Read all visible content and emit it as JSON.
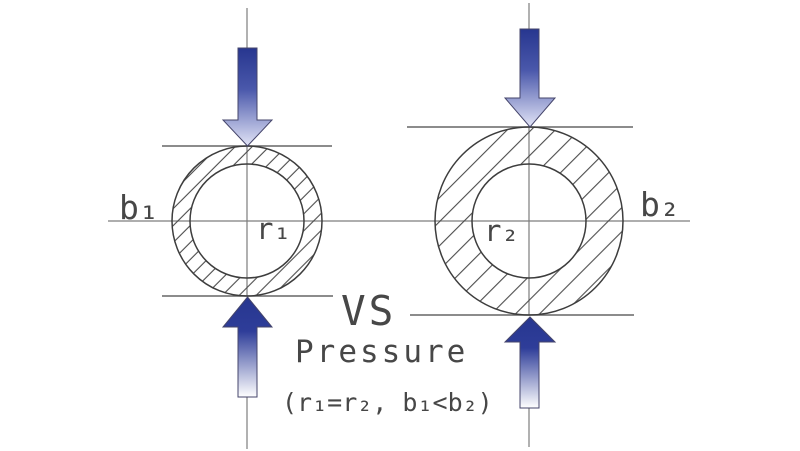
{
  "caption": {
    "vs": "VS",
    "word": "Pressure",
    "condition": "(r₁=r₂, b₁<b₂)"
  },
  "labels": {
    "left_thickness": "b₁",
    "left_radius": "r₁",
    "right_radius": "r₂",
    "right_thickness": "b₂"
  },
  "colors": {
    "arrow_dark": "#27368f",
    "arrow_mid": "#4a58ab",
    "arrow_light": "#e2e4f6",
    "arrow_head": "#2e3d99",
    "arrow_fade": "#ffffff",
    "center_line": "#7d7d7d",
    "tangent_line": "#666666",
    "outline": "#3d3d3d",
    "hatch": "#4c4c4c",
    "text": "#474747",
    "background": "#ffffff"
  }
}
